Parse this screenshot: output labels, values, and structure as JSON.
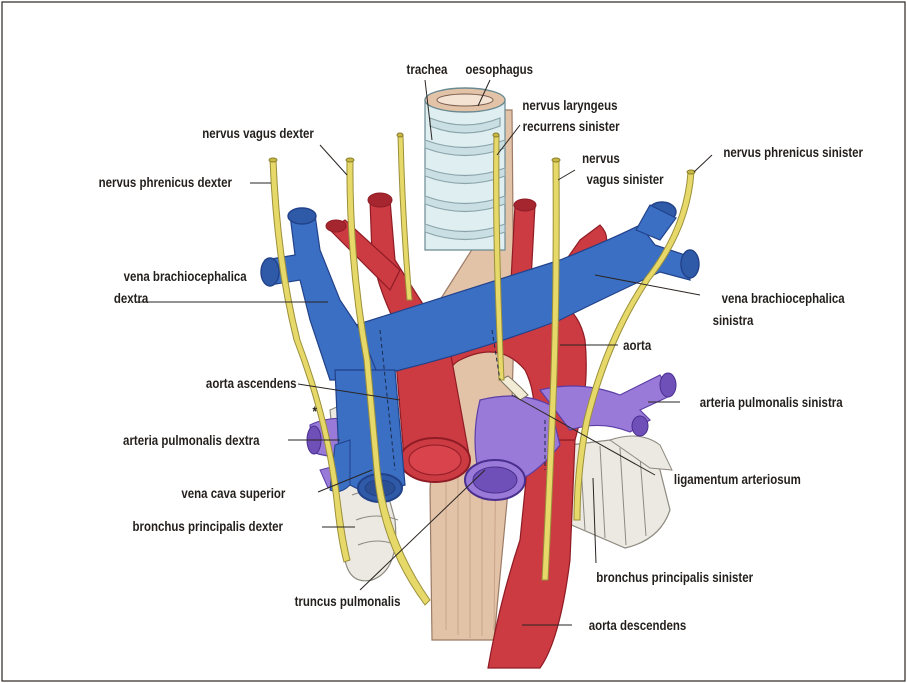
{
  "labels": {
    "trachea": "trachea",
    "oesophagus": "oesophagus",
    "nervus_laryngeus_1": "nervus laryngeus",
    "nervus_laryngeus_2": "recurrens sinister",
    "nervus_vagus_dexter": "nervus vagus dexter",
    "nervus_vagus_sinister_1": "nervus",
    "nervus_vagus_sinister_2": "vagus sinister",
    "nervus_phrenicus_sinister": "nervus phrenicus sinister",
    "nervus_phrenicus_dexter": "nervus phrenicus dexter",
    "vena_brachiocephalica_dextra_1": "vena brachiocephalica",
    "vena_brachiocephalica_dextra_2": "dextra",
    "vena_brachiocephalica_sinistra_1": "vena brachiocephalica",
    "vena_brachiocephalica_sinistra_2": "sinistra",
    "aorta": "aorta",
    "aorta_ascendens": "aorta ascendens",
    "arteria_pulmonalis_sinistra": "arteria pulmonalis sinistra",
    "asterisk": "*",
    "arteria_pulmonalis_dextra": "arteria pulmonalis dextra",
    "ligamentum_arteriosum": "ligamentum arteriosum",
    "vena_cava_superior": "vena cava superior",
    "bronchus_principalis_dexter": "bronchus principalis dexter",
    "bronchus_principalis_sinister": "bronchus principalis sinister",
    "truncus_pulmonalis": "truncus pulmonalis",
    "aorta_descendens": "aorta descendens"
  },
  "colors": {
    "vein": "#3a6fc4",
    "vein_dark": "#22428a",
    "artery": "#d0383f",
    "artery_dark": "#8f1c25",
    "pulmonary": "#9a7ad8",
    "pulmonary_dark": "#5c3fa6",
    "nerve": "#e6d96a",
    "trachea": "#d8e8ea",
    "oesophagus": "#e3c3a8",
    "bronchus": "#e8e4dc"
  }
}
